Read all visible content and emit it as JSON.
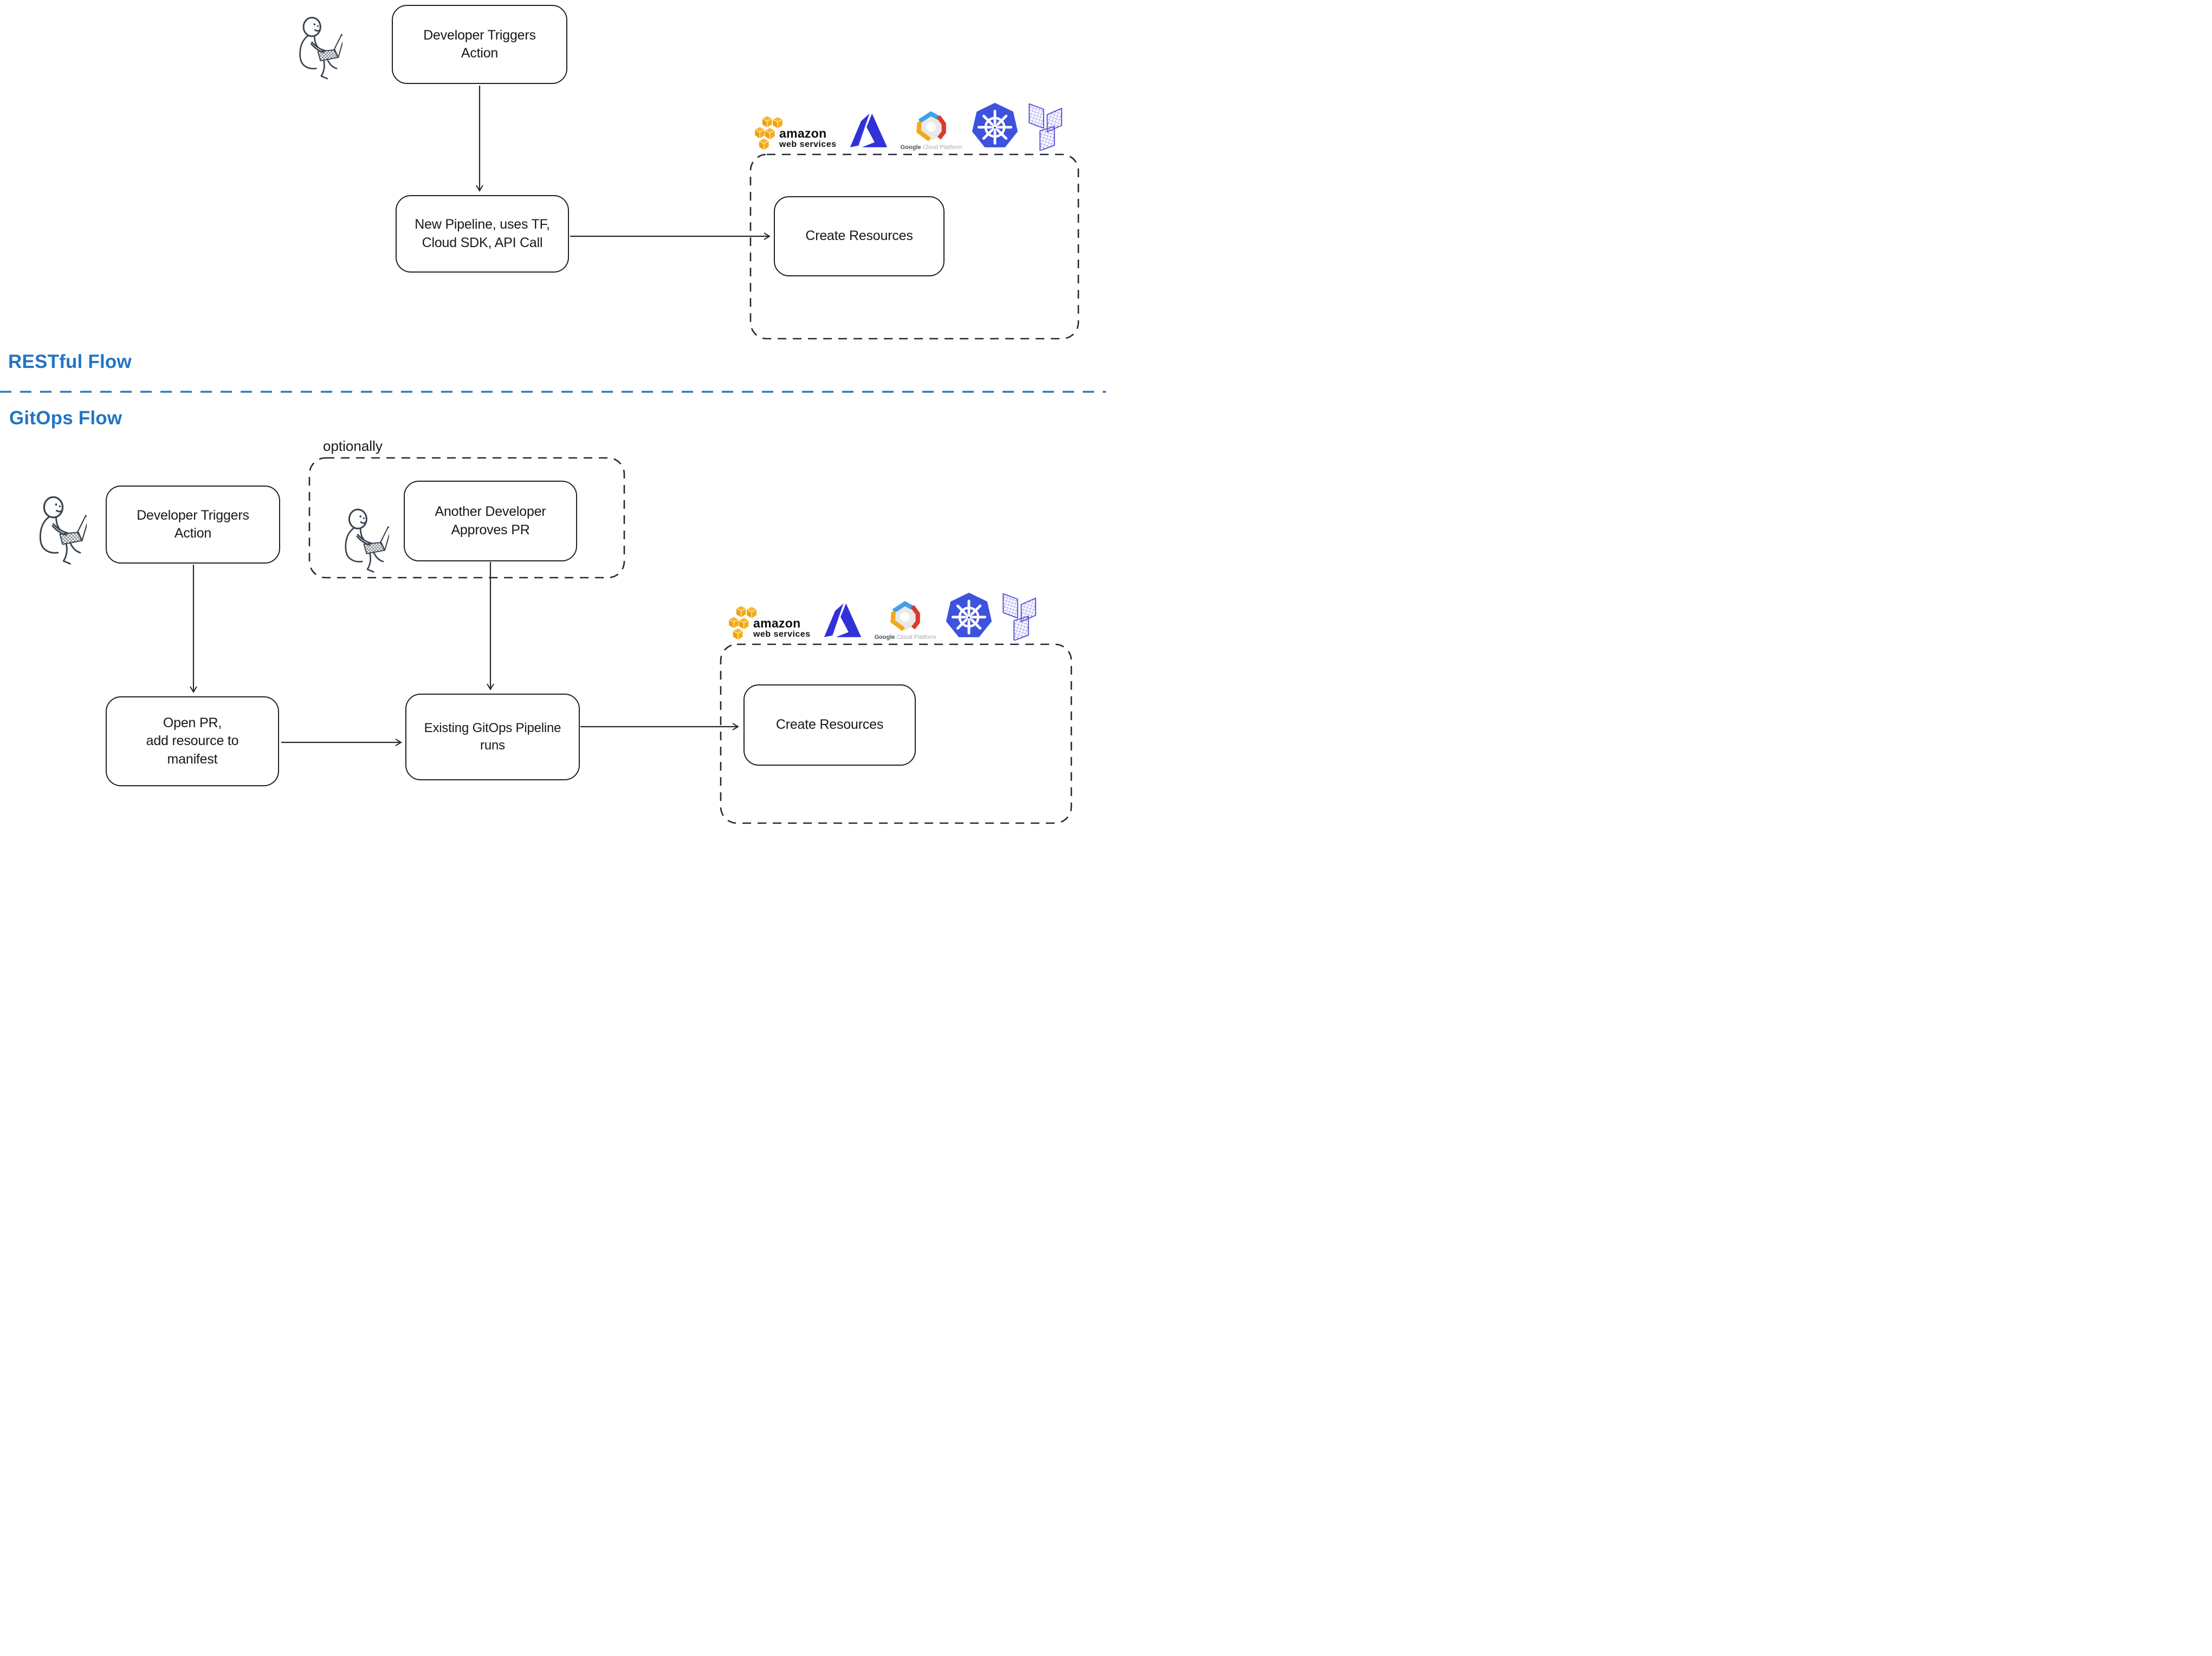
{
  "diagram": {
    "sections": {
      "restful": {
        "heading": "RESTful Flow",
        "nodes": {
          "developer_triggers": "Developer Triggers\nAction",
          "new_pipeline": "New Pipeline, uses TF,\nCloud SDK, API Call",
          "create_resources": "Create Resources"
        }
      },
      "gitops": {
        "heading": "GitOps Flow",
        "optional_label": "optionally",
        "nodes": {
          "developer_triggers": "Developer Triggers\nAction",
          "another_developer": "Another Developer\nApproves PR",
          "open_pr": "Open PR,\nadd resource to\nmanifest",
          "existing_pipeline": "Existing GitOps Pipeline\nruns",
          "create_resources": "Create Resources"
        }
      }
    },
    "logos": {
      "aws": {
        "line1": "amazon",
        "line2": "web services"
      },
      "gcp": {
        "brand": "Google",
        "rest": " Cloud Platform"
      },
      "names": [
        "aws",
        "azure",
        "google-cloud-platform",
        "kubernetes",
        "terraform"
      ]
    },
    "colors": {
      "heading_blue": "#2274c5",
      "divider_blue": "#2b7ac6",
      "line_dark": "#23272d",
      "figure_ink": "#3a4350",
      "aws_orange": "#f2a715",
      "azure_blue": "#3231d8",
      "gcp_blue": "#42a0e6",
      "gcp_red": "#d93b2b",
      "gcp_yellow": "#f4a71b",
      "kubernetes_blue": "#3d52dd",
      "terraform_purple": "#5b55dd"
    }
  }
}
